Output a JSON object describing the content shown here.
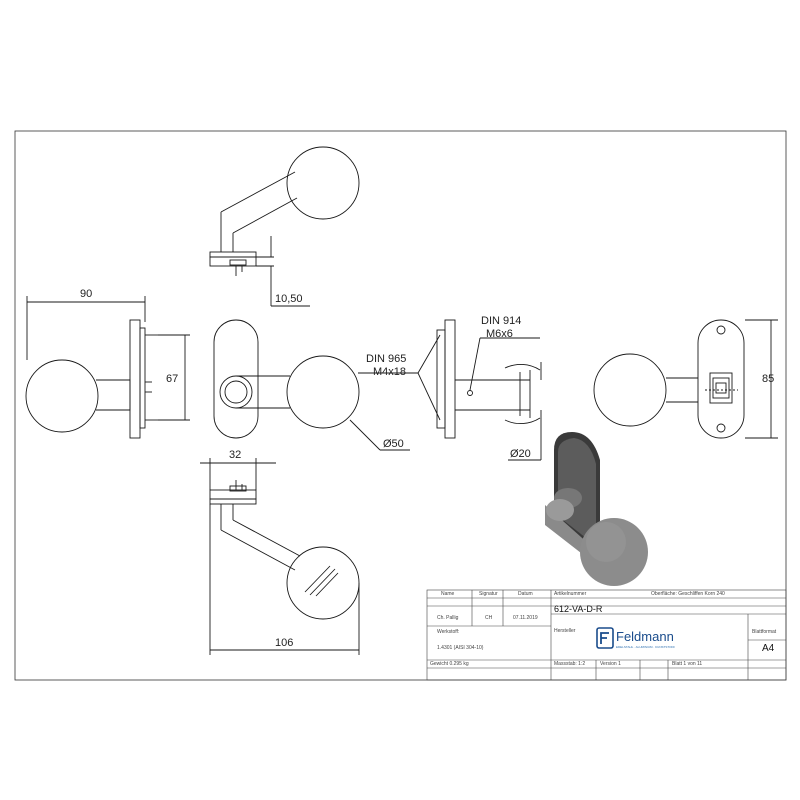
{
  "dimensions": {
    "top_height": "10,50",
    "width_90": "90",
    "height_67": "67",
    "ball_dia": "Ø50",
    "neck_dia": "Ø20",
    "din965_a": "DIN 965",
    "din965_b": "M4x18",
    "din914_a": "DIN 914",
    "din914_b": "M6x6",
    "rose_height": "85",
    "depth_32": "32",
    "length_106": "106"
  },
  "title_block": {
    "col_name": "Name",
    "col_signatur": "Signatur",
    "col_datum": "Datum",
    "name_value": "Ch. Pallig",
    "signatur_value": "CH",
    "datum_value": "07.11.2019",
    "artikelnummer_label": "Artikelnummer",
    "oberflaeche": "Oberfläche:  Geschliffen Korn 240",
    "article_number": "612-VA-D-R",
    "hersteller_label": "Hersteller",
    "werkstoff_label": "Werkstoff:",
    "werkstoff_value": "1.4301 (AISI 304-10)",
    "gewicht": "Gewicht 0.295 kg",
    "massstab": "Massstab: 1:2",
    "version": "Version 1",
    "blatt": "Blatt 1 von 11",
    "blattformat_label": "Blattformat",
    "blattformat_value": "A4",
    "logo_name": "Feldmann",
    "logo_tagline": "EDELSTAHL · ALUMINIUM · KUNSTSTOFF"
  },
  "colors": {
    "line": "#1a1a1a",
    "iso_body": "#8a8a8a",
    "iso_dark": "#3a3a3a",
    "logo_blue": "#1a4c8c"
  }
}
